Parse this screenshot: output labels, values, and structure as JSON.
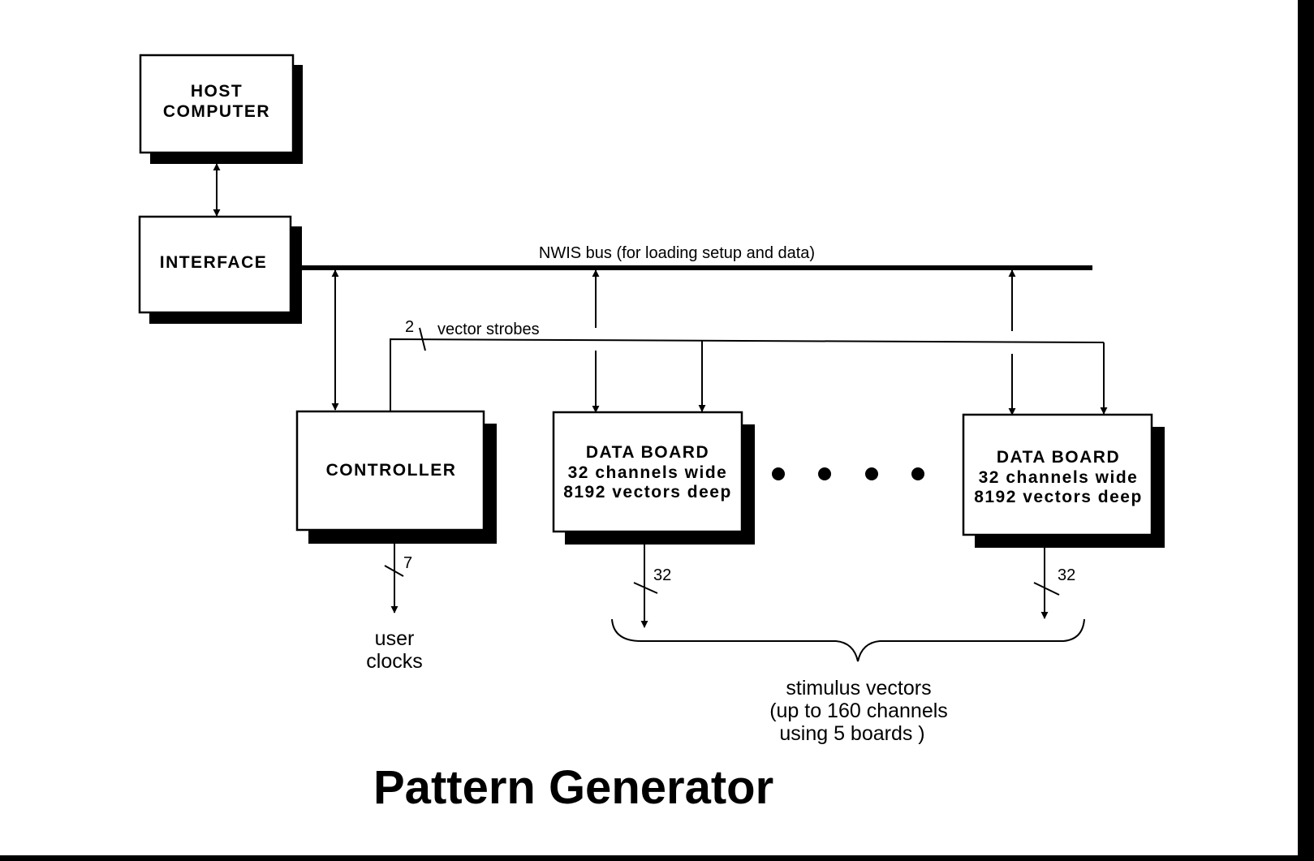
{
  "diagram": {
    "title": "Pattern Generator",
    "colors": {
      "ink": "#000000",
      "paper": "#ffffff"
    },
    "blocks": {
      "host": {
        "lines": [
          "HOST",
          "COMPUTER"
        ]
      },
      "interface": {
        "lines": [
          "INTERFACE"
        ]
      },
      "controller": {
        "lines": [
          "CONTROLLER"
        ]
      },
      "data_board_1": {
        "lines": [
          "DATA BOARD",
          "32 channels wide",
          "8192 vectors deep"
        ]
      },
      "data_board_n": {
        "lines": [
          "DATA BOARD",
          "32 channels wide",
          "8192 vectors deep"
        ]
      }
    },
    "bus": {
      "label": "NWIS bus (for loading setup and data)"
    },
    "strobes": {
      "count": "2",
      "label": "vector strobes"
    },
    "controller_output": {
      "width": "7",
      "label_lines": [
        "user",
        "clocks"
      ]
    },
    "board_outputs": [
      {
        "width": "32"
      },
      {
        "width": "32"
      }
    ],
    "ellipsis_dots": 4,
    "stimulus": {
      "lines": [
        "stimulus vectors",
        "(up to 160 channels",
        "using 5 boards )"
      ]
    },
    "edges": [
      {
        "from": "HOST COMPUTER",
        "to": "INTERFACE",
        "type": "bidirectional"
      },
      {
        "from": "INTERFACE",
        "to": "NWIS bus",
        "type": "line"
      },
      {
        "from": "NWIS bus",
        "to": "CONTROLLER",
        "type": "bidirectional"
      },
      {
        "from": "NWIS bus",
        "to": "DATA BOARD 1",
        "type": "bidirectional"
      },
      {
        "from": "NWIS bus",
        "to": "DATA BOARD N",
        "type": "bidirectional"
      },
      {
        "from": "CONTROLLER",
        "to": "DATA BOARD 1",
        "label": "vector strobes (2)",
        "type": "directed"
      },
      {
        "from": "CONTROLLER",
        "to": "DATA BOARD N",
        "label": "vector strobes (2)",
        "type": "directed"
      },
      {
        "from": "CONTROLLER",
        "to": "user clocks",
        "label": "7",
        "type": "directed"
      },
      {
        "from": "DATA BOARD 1",
        "to": "stimulus vectors",
        "label": "32",
        "type": "directed"
      },
      {
        "from": "DATA BOARD N",
        "to": "stimulus vectors",
        "label": "32",
        "type": "directed"
      }
    ]
  }
}
